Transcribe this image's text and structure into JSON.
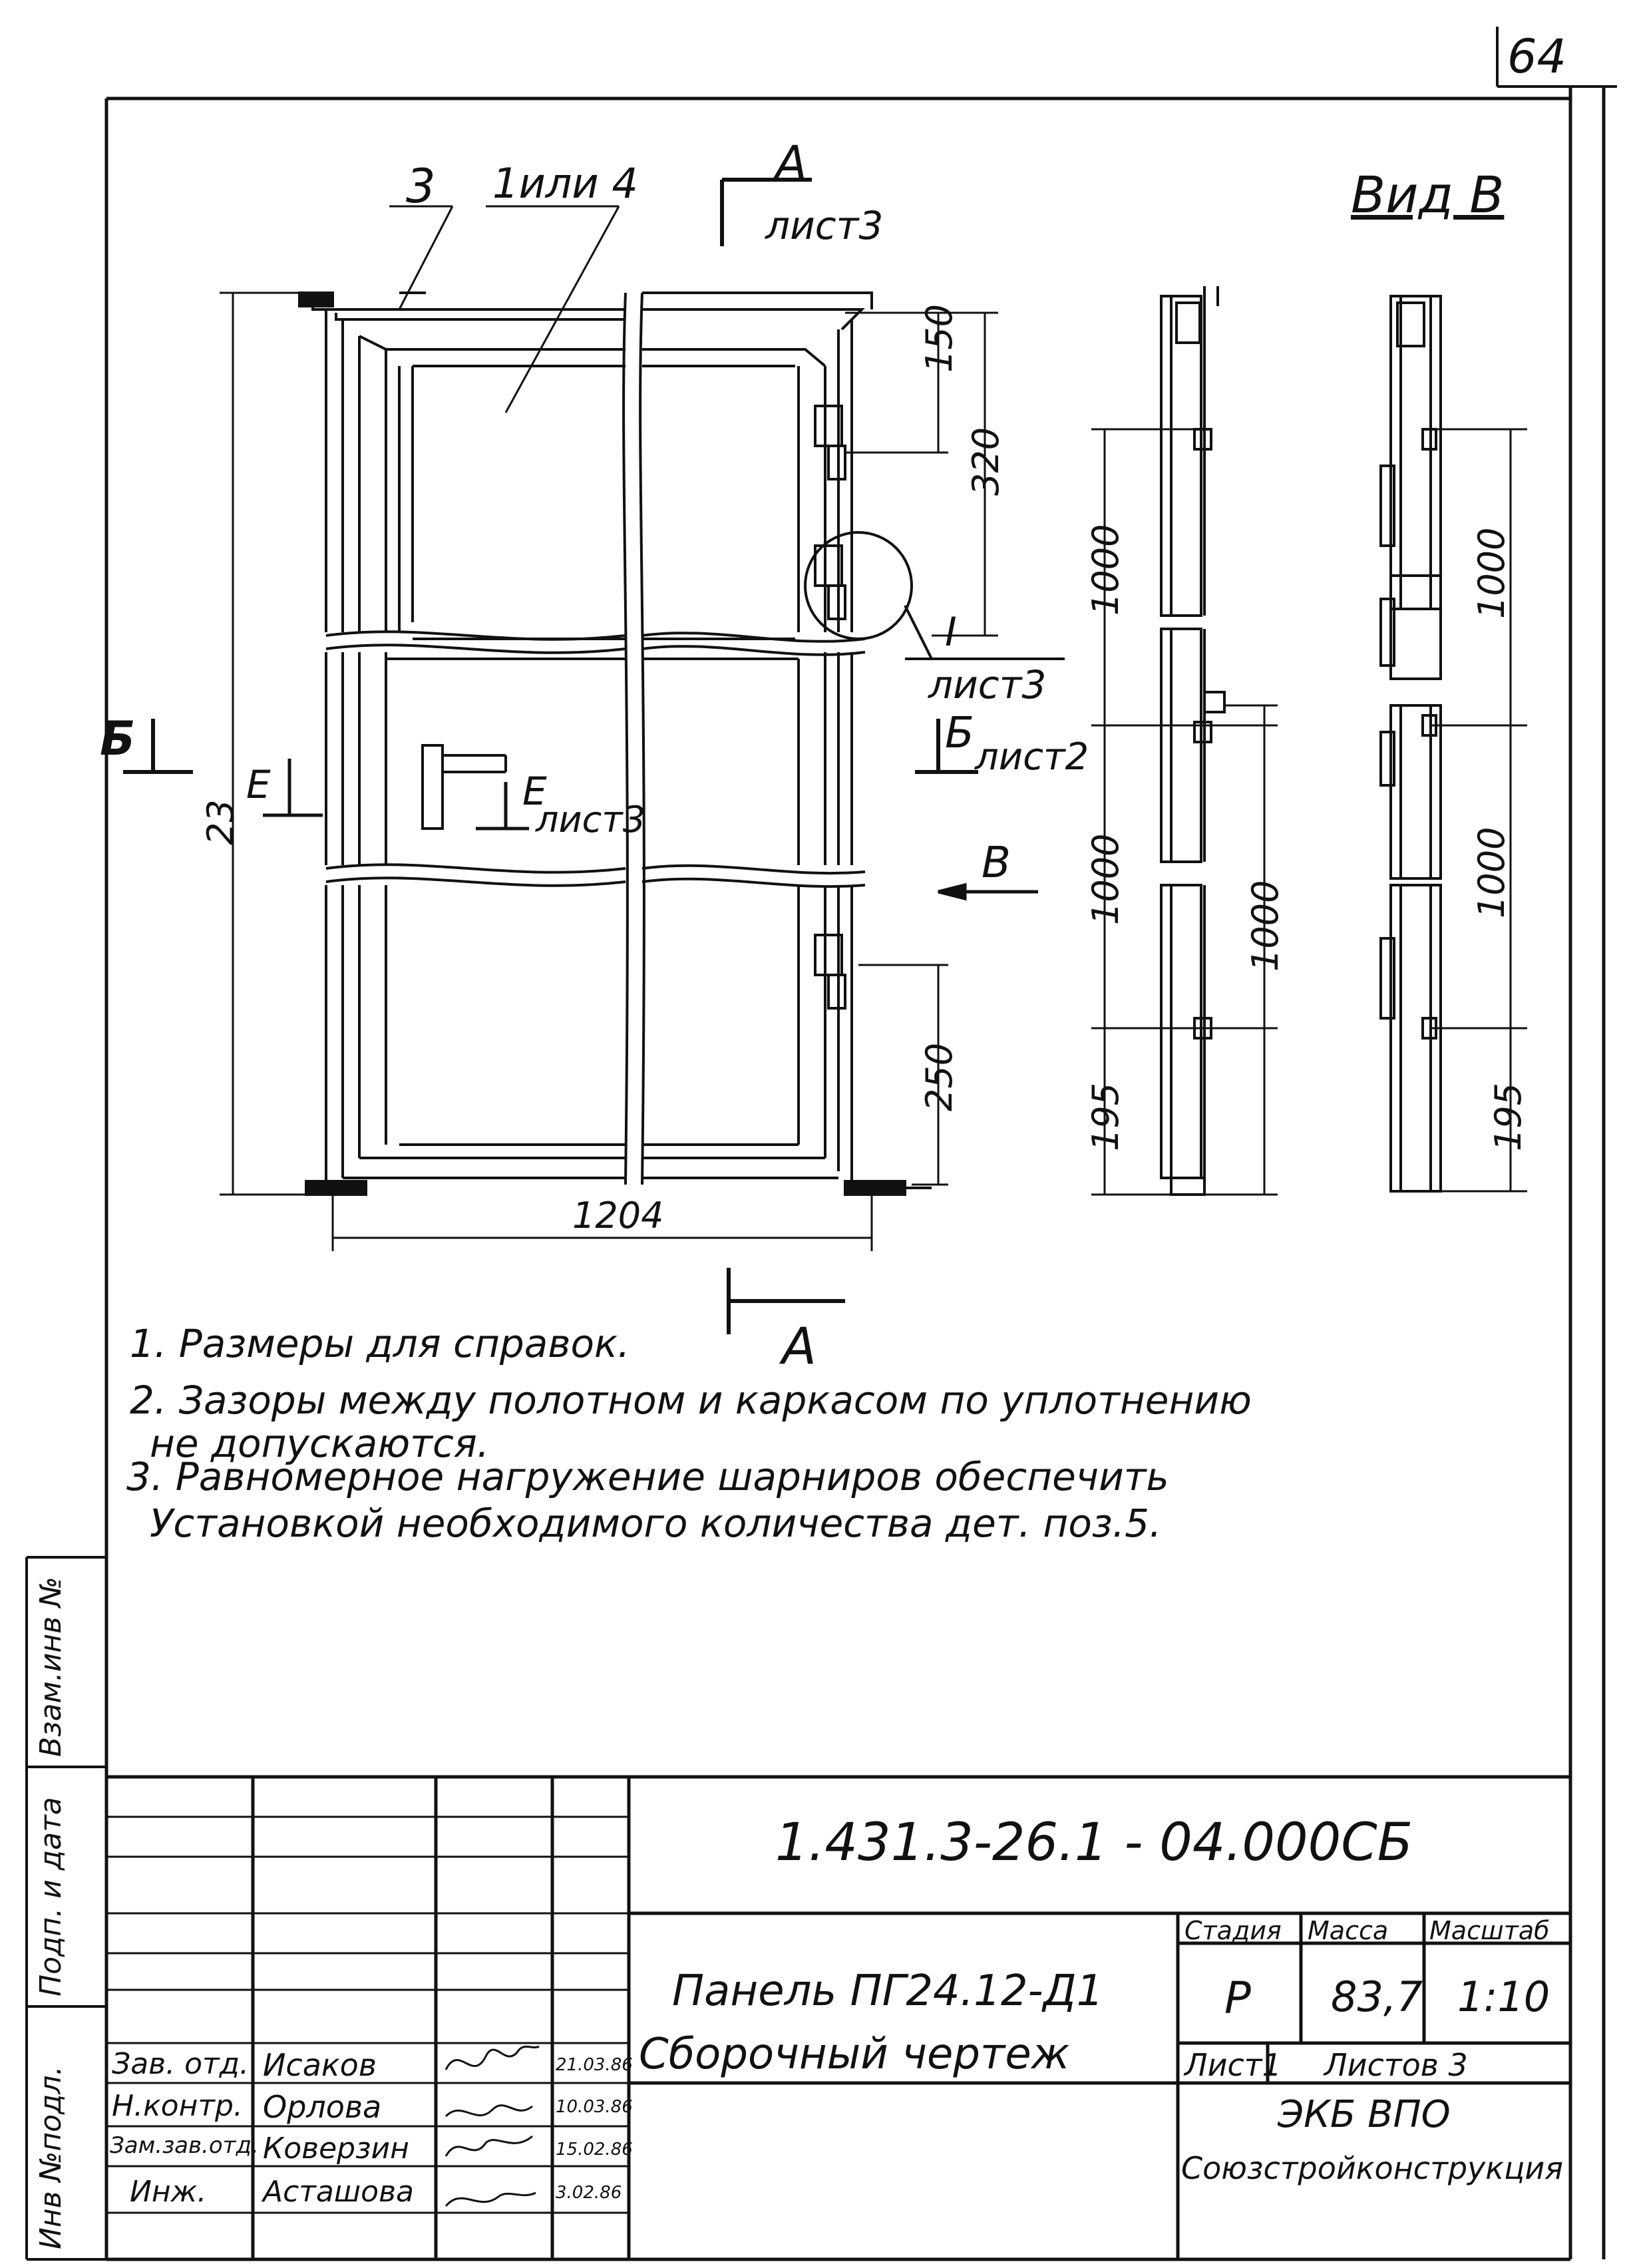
{
  "sheet": {
    "page_number": "64"
  },
  "labels": {
    "pos3": "3",
    "pos1_4": "1или 4",
    "section_a": "A",
    "sheet3": "лист3",
    "view_b_title": "Вид В",
    "section_b": "Б",
    "sheet2": "лист2",
    "section_e": "Е",
    "detail_i": "I",
    "view_arrow_b": "В"
  },
  "dimensions": {
    "d150": "150",
    "d320": "320",
    "d250": "250",
    "height": "23",
    "width": "1204",
    "side1_1000a": "1000",
    "side1_1000b": "1000",
    "side1_1000c": "1000",
    "side1_195": "195",
    "side2_1000a": "1000",
    "side2_1000b": "1000",
    "side2_195": "195"
  },
  "notes": [
    "1. Размеры для справок.",
    "2. Зазоры между полотном и каркасом по уплотнению",
    "не допускаются.",
    "3. Равномерное нагружение шарниров обеспечить",
    "Установкой необходимого количества дет. поз.5."
  ],
  "side_stamp": {
    "col1": "Взам.инв №",
    "col2": "Подп. и дата",
    "col3": "Инв №подл."
  },
  "title_block": {
    "doc_code": "1.431.3-26.1 - 04.000СБ",
    "name_line1": "Панель ПГ24.12-Д1",
    "name_line2": "Сборочный чертеж",
    "stage_header": "Стадия",
    "mass_header": "Масса",
    "scale_header": "Масштаб",
    "stage": "Р",
    "mass": "83,7",
    "scale": "1:10",
    "sheet": "Лист1",
    "sheets_total": "Листов 3",
    "org_line1": "ЭКБ ВПО",
    "org_line2": "Союзстройконструкция",
    "signatures": [
      {
        "role": "Зав. отд.",
        "name": "Исаков",
        "date": "21.03.86"
      },
      {
        "role": "Н.контр.",
        "name": "Орлова",
        "date": "10.03.86"
      },
      {
        "role": "Зам.зав.отд.",
        "name": "Коверзин",
        "date": "15.02.86"
      },
      {
        "role": "Инж.",
        "name": "Асташова",
        "date": "3.02.86"
      }
    ]
  }
}
